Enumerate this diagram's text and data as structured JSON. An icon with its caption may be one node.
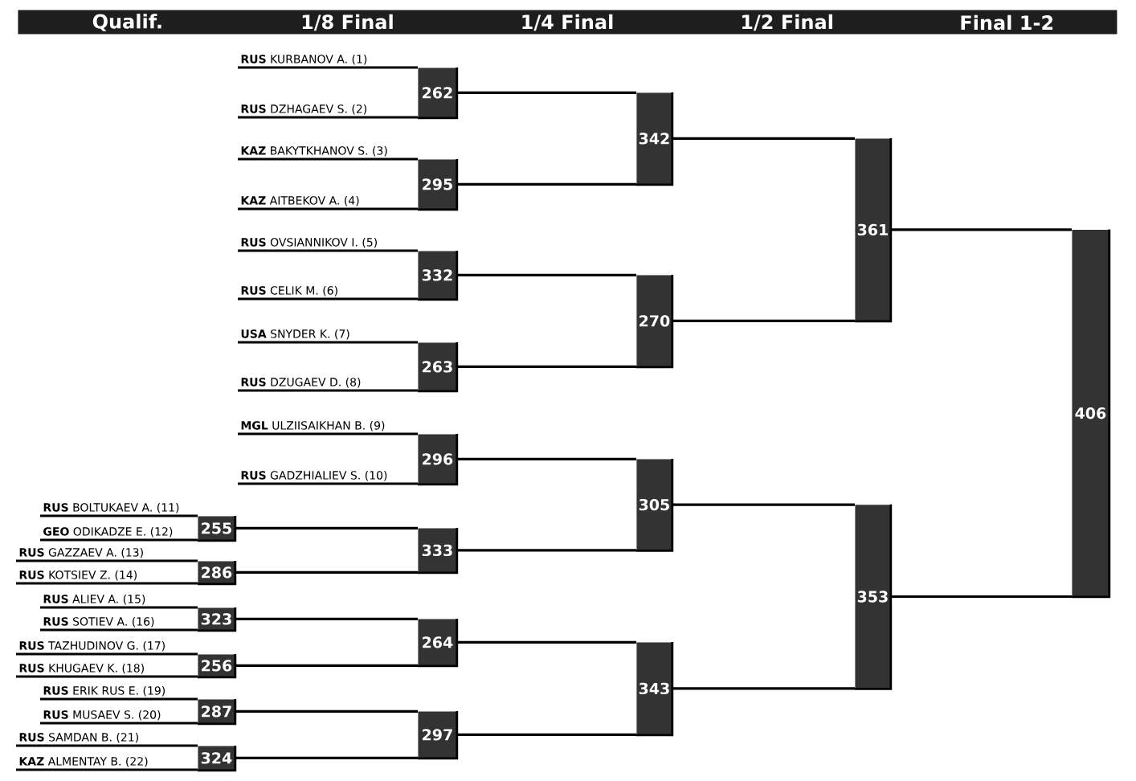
{
  "diagram": {
    "nodes": [
      {
        "text": [
          "Qualif.",
          "1/8 Final",
          "1/4 Final",
          "1/2 Final",
          "Final 1-2"
        ]
      },
      {
        "text": [
          "**RUS** KURBANOV A. (1)"
        ]
      },
      {
        "text": [
          "**RUS** DZHAGAEV S. (2)"
        ]
      },
      {
        "text": [
          "**KAZ** BAKYTKHANOV S. (3)"
        ]
      },
      {
        "text": [
          "**KAZ** AITBEKOV A. (4)"
        ]
      },
      {
        "text": [
          "**RUS** OVSIANNIKOV I. (5)"
        ]
      },
      {
        "text": [
          "**RUS** CELIK M. (6)"
        ]
      },
      {
        "text": [
          "**USA** SNYDER K. (7)"
        ]
      },
      {
        "text": [
          "**RUS** DZUGAEV D. (8)"
        ]
      },
      {
        "text": [
          "**MGL** ULZIISAIKHAN B. (9)"
        ]
      },
      {
        "text": [
          "**RUS** GADZHIALIEV S. (10)"
        ]
      },
      {
        "text": [
          "**RUS** BOLTUKAEV A. (11)"
        ]
      },
      {
        "text": [
          "**GEO** ODIKADZE E. (12)"
        ]
      },
      {
        "text": [
          "**RUS** GAZZAEV A. (13)"
        ]
      },
      {
        "text": [
          "**RUS** KOTSIEV Z. (14)"
        ]
      },
      {
        "text": [
          "**RUS** ALIEV A. (15)"
        ]
      },
      {
        "text": [
          "**RUS** SOTIEV A. (16)"
        ]
      },
      {
        "text": [
          "**RUS** TAZHUDINOV G. (17)"
        ]
      },
      {
        "text": [
          "**RUS** KHUGAEV K. (18)"
        ]
      },
      {
        "text": [
          "**RUS** ERIK RUS E. (19)"
        ]
      },
      {
        "text": [
          "**RUS** MUSAEV S. (20)"
        ]
      },
      {
        "text": [
          "**RUS** SAMDAN B. (21)"
        ]
      },
      {
        "text": [
          "**KAZ** ALMENTAY B. (22)"
        ]
      },
      {
        "text": [
          "255"
        ]
      },
      {
        "text": [
          "286"
        ]
      },
      {
        "text": [
          "323"
        ]
      },
      {
        "text": [
          "256"
        ]
      },
      {
        "text": [
          "287"
        ]
      },
      {
        "text": [
          "324"
        ]
      },
      {
        "text": [
          "262"
        ]
      },
      {
        "text": [
          "295"
        ]
      },
      {
        "text": [
          "332"
        ]
      },
      {
        "text": [
          "263"
        ]
      },
      {
        "text": [
          "296"
        ]
      },
      {
        "text": [
          "333"
        ]
      },
      {
        "text": [
          "264"
        ]
      },
      {
        "text": [
          "297"
        ]
      },
      {
        "text": [
          "342"
        ]
      },
      {
        "text": [
          "270"
        ]
      },
      {
        "text": [
          "305"
        ]
      },
      {
        "text": [
          "343"
        ]
      },
      {
        "text": [
          "361"
        ]
      },
      {
        "text": [
          "353"
        ]
      },
      {
        "text": [
          "406"
        ]
      }
    ],
    "edges": [
      {
        "from": 1,
        "to": 29,
        "arrow": "none"
      },
      {
        "from": 2,
        "to": 29,
        "arrow": "none"
      },
      {
        "from": 3,
        "to": 30,
        "arrow": "none"
      },
      {
        "from": 4,
        "to": 30,
        "arrow": "none"
      },
      {
        "from": 5,
        "to": 31,
        "arrow": "none"
      },
      {
        "from": 6,
        "to": 31,
        "arrow": "none"
      },
      {
        "from": 7,
        "to": 32,
        "arrow": "none"
      },
      {
        "from": 8,
        "to": 32,
        "arrow": "none"
      },
      {
        "from": 9,
        "to": 33,
        "arrow": "none"
      },
      {
        "from": 10,
        "to": 33,
        "arrow": "none"
      },
      {
        "from": 11,
        "to": 23,
        "arrow": "none"
      },
      {
        "from": 12,
        "to": 23,
        "arrow": "none"
      },
      {
        "from": 13,
        "to": 24,
        "arrow": "none"
      },
      {
        "from": 14,
        "to": 24,
        "arrow": "none"
      },
      {
        "from": 15,
        "to": 25,
        "arrow": "none"
      },
      {
        "from": 16,
        "to": 25,
        "arrow": "none"
      },
      {
        "from": 17,
        "to": 26,
        "arrow": "none"
      },
      {
        "from": 18,
        "to": 26,
        "arrow": "none"
      },
      {
        "from": 19,
        "to": 27,
        "arrow": "none"
      },
      {
        "from": 20,
        "to": 27,
        "arrow": "none"
      },
      {
        "from": 21,
        "to": 28,
        "arrow": "none"
      },
      {
        "from": 22,
        "to": 28,
        "arrow": "none"
      },
      {
        "from": 23,
        "to": 34,
        "arrow": "none"
      },
      {
        "from": 24,
        "to": 34,
        "arrow": "none"
      },
      {
        "from": 25,
        "to": 35,
        "arrow": "none"
      },
      {
        "from": 26,
        "to": 35,
        "arrow": "none"
      },
      {
        "from": 27,
        "to": 36,
        "arrow": "none"
      },
      {
        "from": 28,
        "to": 36,
        "arrow": "none"
      },
      {
        "from": 29,
        "to": 37,
        "arrow": "none"
      },
      {
        "from": 30,
        "to": 37,
        "arrow": "none"
      },
      {
        "from": 31,
        "to": 38,
        "arrow": "none"
      },
      {
        "from": 32,
        "to": 38,
        "arrow": "none"
      },
      {
        "from": 33,
        "to": 39,
        "arrow": "none"
      },
      {
        "from": 34,
        "to": 39,
        "arrow": "none"
      },
      {
        "from": 35,
        "to": 40,
        "arrow": "none"
      },
      {
        "from": 36,
        "to": 40,
        "arrow": "none"
      },
      {
        "from": 37,
        "to": 41,
        "arrow": "none"
      },
      {
        "from": 38,
        "to": 41,
        "arrow": "none"
      },
      {
        "from": 39,
        "to": 42,
        "arrow": "none"
      },
      {
        "from": 40,
        "to": 42,
        "arrow": "none"
      },
      {
        "from": 41,
        "to": 43,
        "arrow": "none"
      },
      {
        "from": 42,
        "to": 43,
        "arrow": "none"
      }
    ]
  }
}
